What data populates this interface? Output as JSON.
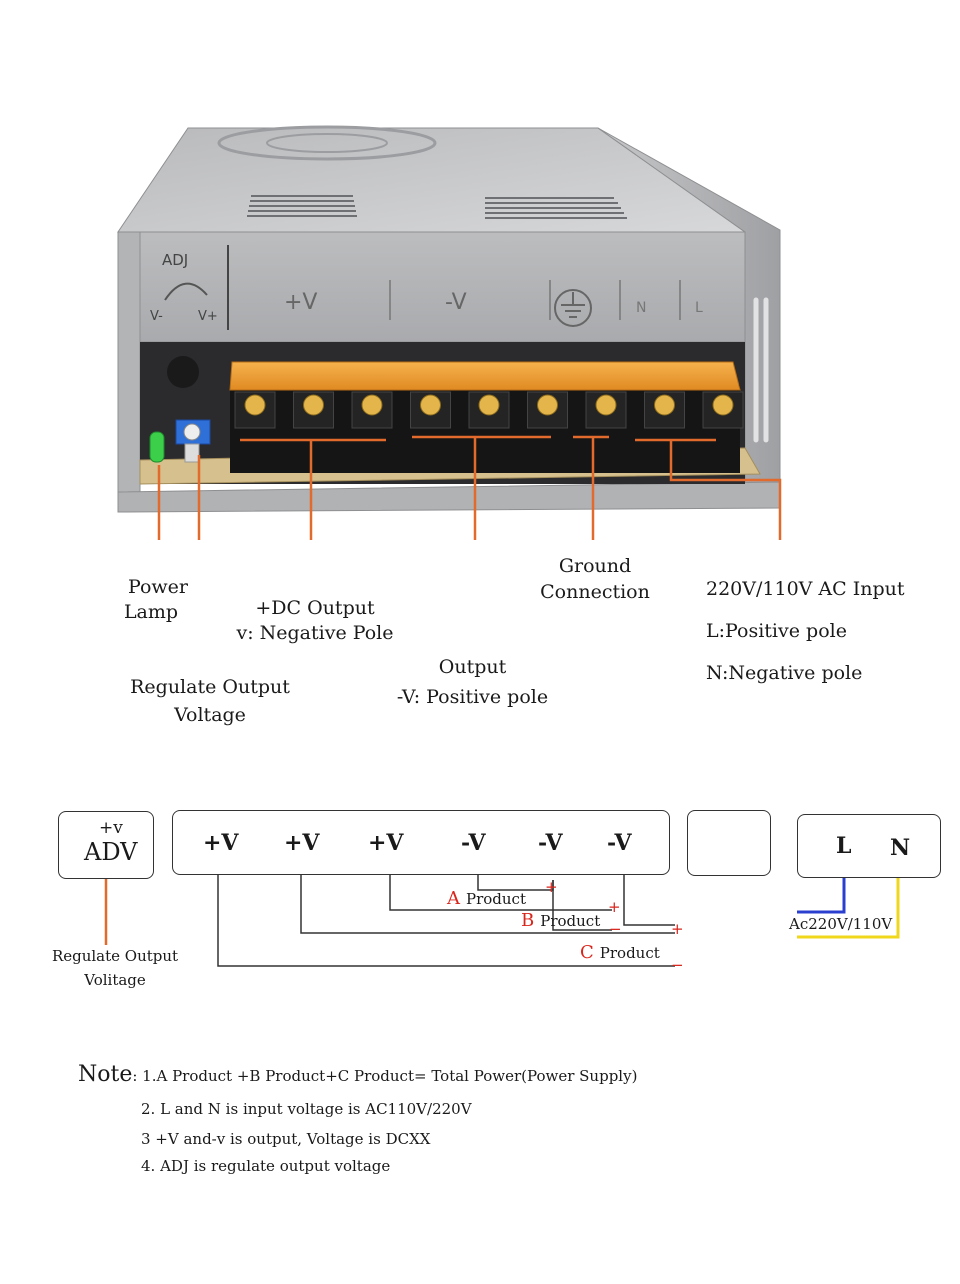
{
  "device": {
    "panel_labels": {
      "adj": "ADJ",
      "v_minus": "V-",
      "v_plus": "V+",
      "pos": "+V",
      "neg": "-V",
      "n": "N",
      "l": "L"
    }
  },
  "callouts": {
    "power_lamp": [
      "Power",
      "Lamp"
    ],
    "dc_output": [
      "+DC Output",
      "v: Negative Pole"
    ],
    "regulate": [
      "Regulate Output",
      "Voltage"
    ],
    "output": [
      "Output",
      "-V: Positive pole"
    ],
    "ground": [
      "Ground",
      "Connection"
    ],
    "ac_input": [
      "220V/110V AC Input",
      "L:Positive pole",
      "N:Negative pole"
    ]
  },
  "wiring": {
    "adv_box": {
      "top": "+v",
      "main": "ADV"
    },
    "regulate": [
      "Regulate Output",
      "Volitage"
    ],
    "terminals": [
      "+V",
      "+V",
      "+V",
      "-V",
      "-V",
      "-V"
    ],
    "ln_box": {
      "l": "L",
      "n": "N"
    },
    "ac_label": "Ac220V/110V",
    "products": [
      {
        "letter": "A",
        "text": "Product"
      },
      {
        "letter": "B",
        "text": "Product"
      },
      {
        "letter": "C",
        "text": "Product"
      }
    ],
    "plus": "+",
    "minus": "−"
  },
  "notes": {
    "title": "Note",
    "line1": ": 1.A Product +B Product+C Product= Total Power(Power Supply)",
    "line2": "2. L and N is input voltage is AC110V/220V",
    "line3": "3 +V and-v is output, Voltage is DCXX",
    "line4": "4. ADJ is regulate output voltage"
  },
  "colors": {
    "callout_line": "#e26a2c",
    "polarity_red": "#d9261c",
    "ac_blue": "#2a3fd0",
    "ac_yellow": "#f1d71c",
    "orange_strip": "#f4a33a"
  }
}
